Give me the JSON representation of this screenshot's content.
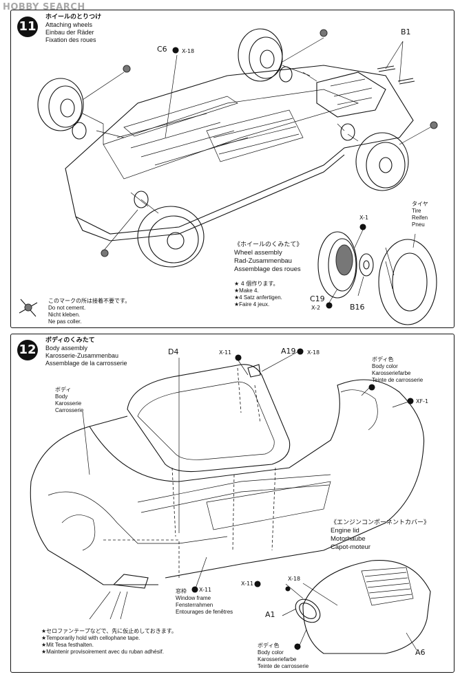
{
  "watermark": "HOBBY SEARCH",
  "step11": {
    "number": "11",
    "title_jp": "ホイールのとりつけ",
    "title_en": "Attaching wheels",
    "title_de": "Einbau der Räder",
    "title_fr": "Fixation des roues",
    "parts": {
      "c6": "C6",
      "x18": "X-18",
      "b1": "B1",
      "x1": "X-1",
      "c19": "C19",
      "x2": "X-2",
      "b16": "B16"
    },
    "tire": {
      "jp": "タイヤ",
      "en": "Tire",
      "de": "Reifen",
      "fr": "Pneu"
    },
    "wheel_assembly": {
      "jp": "《ホイールのくみたて》",
      "en": "Wheel assembly",
      "de": "Rad-Zusammenbau",
      "fr": "Assemblage des roues",
      "make_jp": "★ 4 個作ります。",
      "make_en": "★Make 4.",
      "make_de": "★4 Satz anfertigen.",
      "make_fr": "★Faire 4 jeux."
    },
    "no_cement": {
      "jp": "このマークの所は接着不要です。",
      "en": "Do not cement.",
      "de": "Nicht kleben.",
      "fr": "Ne pas coller."
    }
  },
  "step12": {
    "number": "12",
    "title_jp": "ボディのくみたて",
    "title_en": "Body assembly",
    "title_de": "Karosserie-Zusammenbau",
    "title_fr": "Assemblage de la carrosserie",
    "parts": {
      "d4": "D4",
      "x11a": "X-11",
      "a19": "A19",
      "x18a": "X-18",
      "xf1": "XF-1",
      "x11b": "X-11",
      "x11c": "X-11",
      "x18b": "X-18",
      "a1": "A1",
      "a6": "A6"
    },
    "body": {
      "jp": "ボディ",
      "en": "Body",
      "de": "Karosserie",
      "fr": "Carrosserie"
    },
    "body_color": {
      "jp": "ボディ色",
      "en": "Body color",
      "de": "Karosseriefarbe",
      "fr": "Teinte de carrosserie"
    },
    "engine_lid": {
      "jp": "《エンジンコンポーネントカバー》",
      "en": "Engine lid",
      "de": "Motorhaube",
      "fr": "Capot-moteur"
    },
    "window_frame": {
      "jp": "窓枠",
      "en": "Window frame",
      "de": "Fensterrahmen",
      "fr": "Entourages de fenêtres"
    },
    "body_color2": {
      "jp": "ボディ色",
      "en": "Body color",
      "de": "Karosseriefarbe",
      "fr": "Teinte de carrosserie"
    },
    "tape": {
      "jp": "★セロファンテープなどで、先に仮止めしておきます。",
      "en": "★Temporarily hold with cellophane tape.",
      "de": "★Mit Tesa festhalten.",
      "fr": "★Maintenir provisoirement avec du ruban adhésif."
    }
  }
}
